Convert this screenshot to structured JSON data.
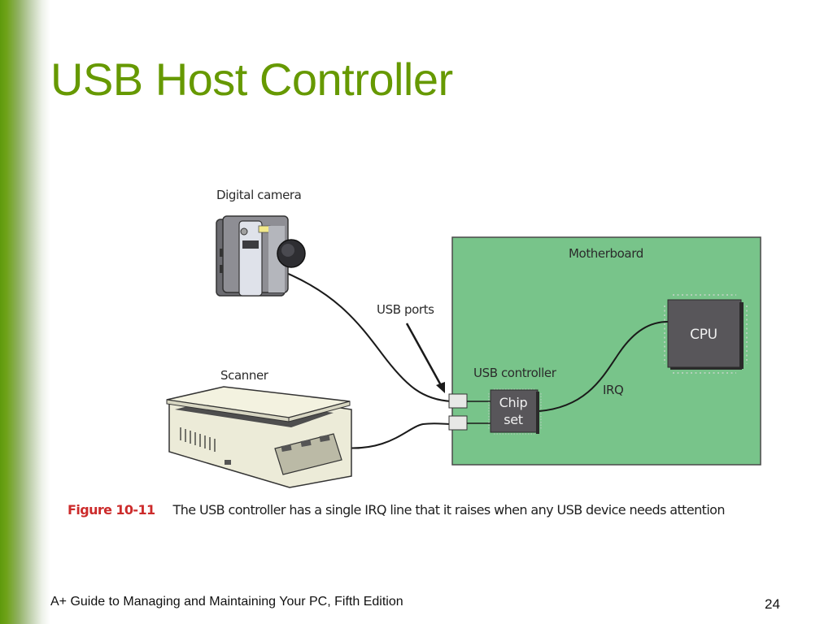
{
  "slide": {
    "title": "USB Host Controller",
    "footer": "A+ Guide to Managing and Maintaining Your PC, Fifth Edition",
    "page_number": "24",
    "accent_color": "#669900"
  },
  "figure": {
    "labels": {
      "camera": "Digital camera",
      "scanner": "Scanner",
      "usb_ports": "USB ports",
      "motherboard": "Motherboard",
      "usb_controller": "USB controller",
      "chipset_line1": "Chip",
      "chipset_line2": "set",
      "cpu": "CPU",
      "irq": "IRQ"
    },
    "colors": {
      "motherboard": "#78c48a",
      "chip": "#58565a",
      "caption_number": "#cc2b2b"
    },
    "caption": {
      "number": "Figure 10-11",
      "text": "The USB controller has a single IRQ line that it raises when any USB device needs attention"
    }
  }
}
